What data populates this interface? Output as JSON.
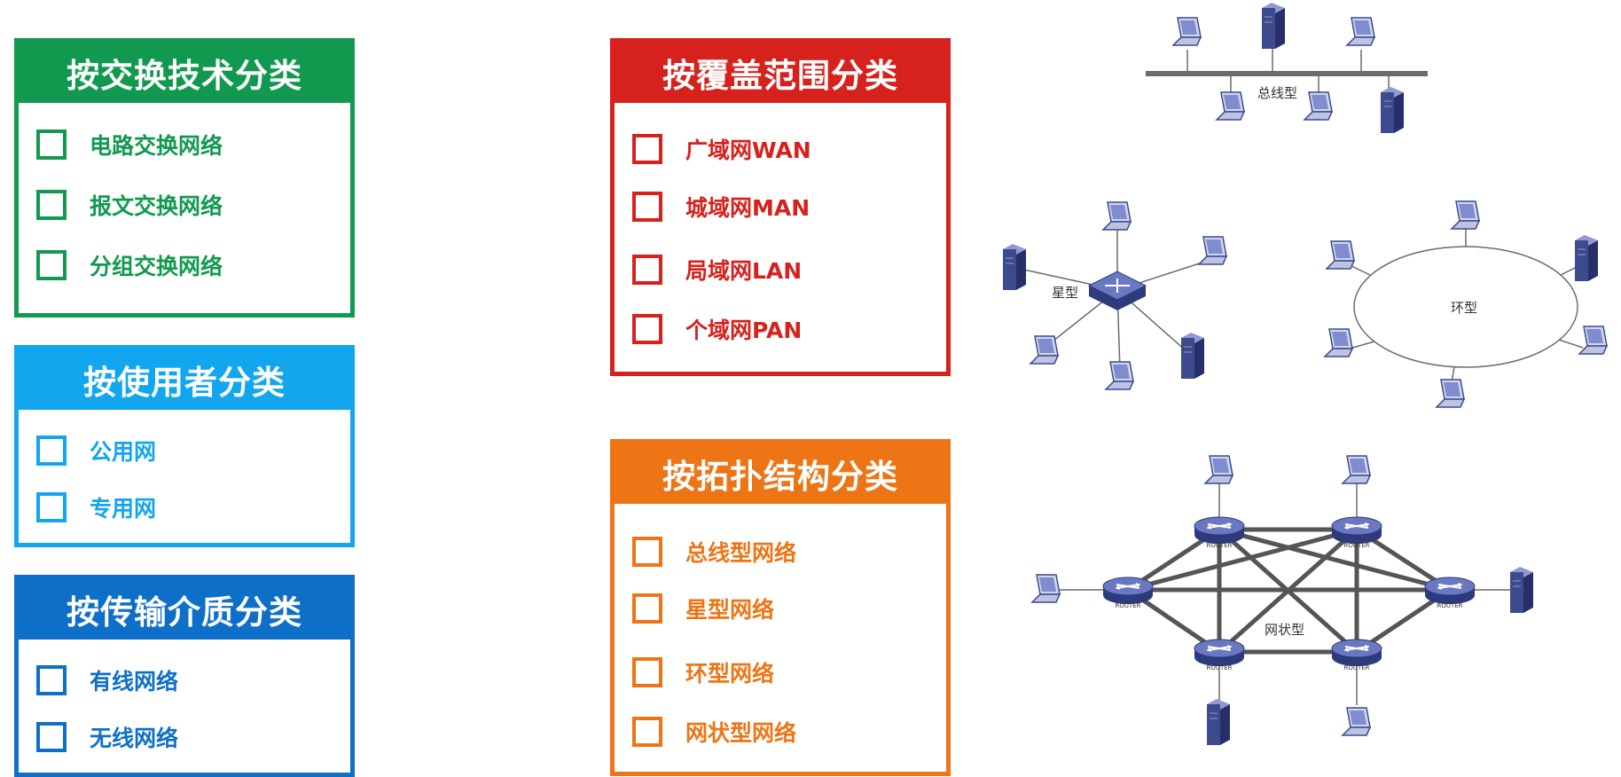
{
  "switching": {
    "title": "按交换技术分类",
    "items": [
      "电路交换网络",
      "报文交换网络",
      "分组交换网络"
    ]
  },
  "users": {
    "title": "按使用者分类",
    "items": [
      "公用网",
      "专用网"
    ]
  },
  "medium": {
    "title": "按传输介质分类",
    "items": [
      "有线网络",
      "无线网络"
    ]
  },
  "coverage": {
    "title": "按覆盖范围分类",
    "items": [
      "广域网WAN",
      "城域网MAN",
      "局域网LAN",
      "个域网PAN"
    ]
  },
  "topology": {
    "title": "按拓扑结构分类",
    "items": [
      "总线型网络",
      "星型网络",
      "环型网络",
      "网状型网络"
    ]
  },
  "diagram": {
    "bus_label": "总线型",
    "star_label": "星型",
    "ring_label": "环型",
    "mesh_label": "网状型",
    "router_label": "ROUTER"
  },
  "colors": {
    "green": "#119a4f",
    "light_blue": "#12a6ee",
    "blue": "#0e6fc8",
    "red": "#d6211c",
    "orange": "#ee7516",
    "device": "#3d4a8c"
  }
}
